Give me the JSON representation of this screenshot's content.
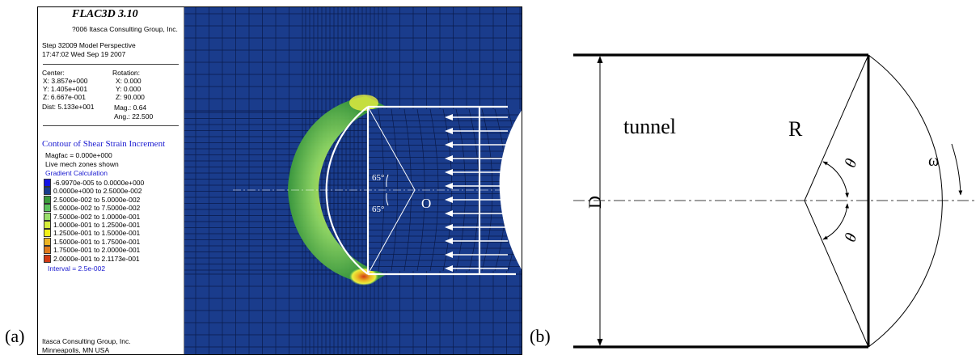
{
  "panel_a": {
    "label": "(a)",
    "title": "FLAC3D 3.10",
    "copyright": "?006 Itasca Consulting Group, Inc.",
    "step_line": "Step 32009  Model Perspective",
    "time_line": "17:47:02 Wed Sep 19 2007",
    "center": {
      "heading": "Center:",
      "x": "X: 3.857e+000",
      "y": "Y: 1.405e+001",
      "z": "Z: 6.667e-001",
      "dist": "Dist: 5.133e+001"
    },
    "rotation": {
      "heading": "Rotation:",
      "x": "X:   0.000",
      "y": "Y:   0.000",
      "z": "Z:  90.000",
      "mag": "Mag.:      0.64",
      "ang": "Ang.:   22.500"
    },
    "contour_title": "Contour of Shear Strain Increment",
    "magfac": "Magfac = 0.000e+000",
    "live_mech": "Live mech zones shown",
    "gradient": "Gradient Calculation",
    "ranges": [
      {
        "text": "-6.9970e-005 to  0.0000e+000",
        "color": "#1414e6"
      },
      {
        "text": "0.0000e+000 to  2.5000e-002",
        "color": "#1a3c8c"
      },
      {
        "text": "2.5000e-002 to  5.0000e-002",
        "color": "#3a9a3a"
      },
      {
        "text": "5.0000e-002 to  7.5000e-002",
        "color": "#5cc25c"
      },
      {
        "text": "7.5000e-002 to  1.0000e-001",
        "color": "#9ade6a"
      },
      {
        "text": "1.0000e-001 to  1.2500e-001",
        "color": "#d6ee3a"
      },
      {
        "text": "1.2500e-001 to  1.5000e-001",
        "color": "#f2f01a"
      },
      {
        "text": "1.5000e-001 to  1.7500e-001",
        "color": "#ecb424"
      },
      {
        "text": "1.7500e-001 to  2.0000e-001",
        "color": "#e07a1c"
      },
      {
        "text": "2.0000e-001 to  2.1173e-001",
        "color": "#d23a14"
      }
    ],
    "interval": "Interval =  2.5e-002",
    "footer1": "Itasca Consulting Group, Inc.",
    "footer2": "Minneapolis, MN  USA",
    "angle_top": "65°",
    "angle_bottom": "65°",
    "point_o": "O"
  },
  "panel_b": {
    "label": "(b)",
    "tunnel": "tunnel",
    "radius": "R",
    "theta_top": "θ",
    "theta_bottom": "θ",
    "omega": "ω",
    "diameter": "D"
  },
  "colors": {
    "mesh_bg": "#1a3c8c",
    "mesh_line": "#0a1a4a",
    "overlay": "#ffffff"
  }
}
